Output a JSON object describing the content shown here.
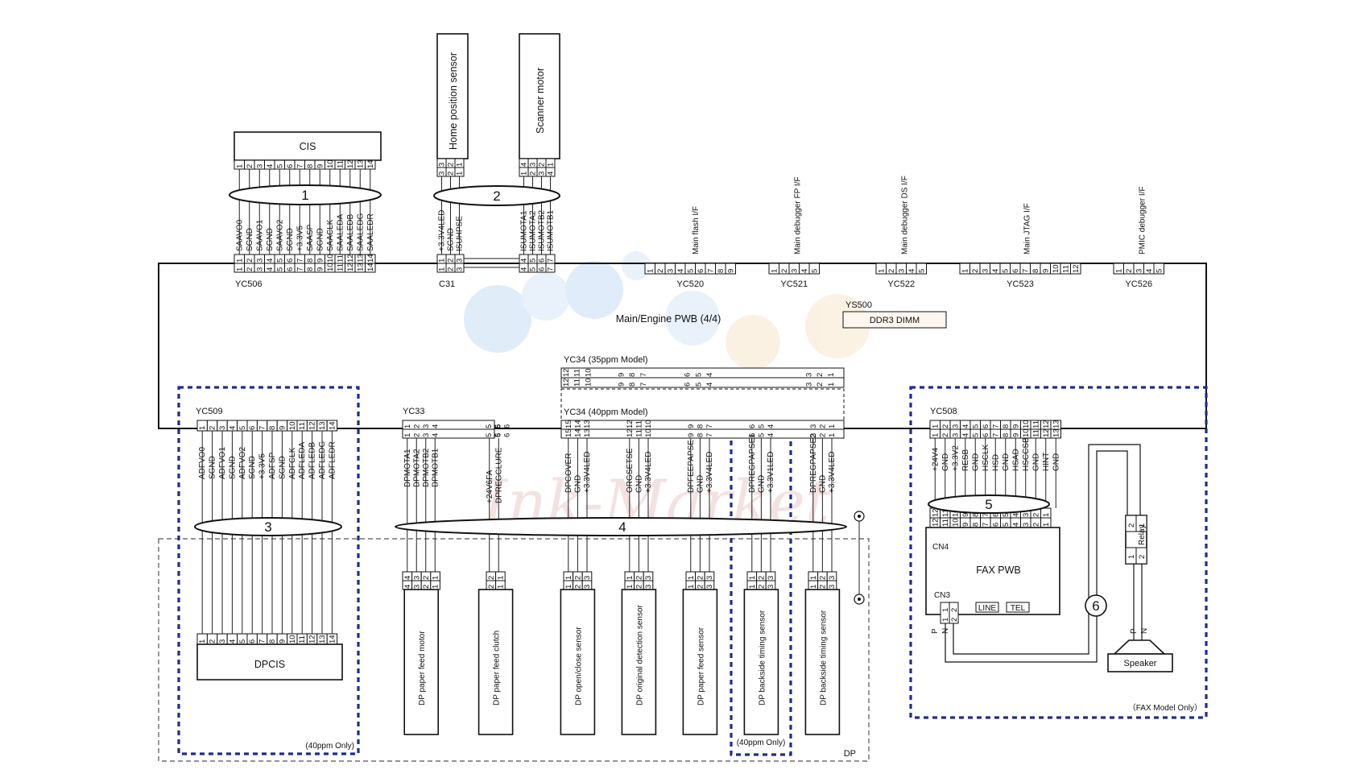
{
  "watermark": "Ink-Market",
  "cis": {
    "title": "CIS",
    "connector": "YC506",
    "bundle": "1",
    "signals": [
      "SAAVO0",
      "SGND",
      "SAAVO1",
      "SGND",
      "SAAVO2",
      "SGND",
      "+3.3V5",
      "SAASP",
      "SGND",
      "SAACLK",
      "SAALEDA",
      "SAALEDB",
      "SAALEDG",
      "SAALEDR"
    ]
  },
  "scanner": {
    "connector": "C31",
    "bundle": "2",
    "home_sensor": {
      "title": "Home position sensor",
      "signals": [
        "+3.3V4LED",
        "SGND",
        "ISUHPSE"
      ]
    },
    "motor": {
      "title": "Scanner motor",
      "signals": [
        "ISUMOTA1",
        "ISUMOTA2",
        "ISUMOTB2",
        "ISUMOTB1"
      ]
    }
  },
  "interfaces": [
    {
      "connector": "YC520",
      "title": "Main flash I/F",
      "pins": 9
    },
    {
      "connector": "YC521",
      "title": "Main debugger FP I/F",
      "pins": 5
    },
    {
      "connector": "YC522",
      "title": "Main debugger DS I/F",
      "pins": 5
    },
    {
      "connector": "YC523",
      "title": "Main JTAG I/F",
      "pins": 12
    },
    {
      "connector": "YC526",
      "title": "PMIC debugger I/F",
      "pins": 5
    }
  ],
  "pwb": {
    "title": "Main/Engine PWB (4/4)",
    "ys500": "YS500",
    "dimm": "DDR3 DIMM"
  },
  "yc34_35": {
    "label": "YC34 (35ppm Model)",
    "top_pins": [
      "12",
      "11",
      "10",
      "9",
      "8",
      "7",
      "6",
      "5",
      "4",
      "3",
      "2",
      "1"
    ],
    "bottom_pins": [
      "12",
      "11",
      "10",
      "9",
      "8",
      "7",
      "6",
      "5",
      "4",
      "3",
      "2",
      "1"
    ]
  },
  "yc34_40": {
    "label": "YC34 (40ppm Model)",
    "top_pins": [
      "15",
      "14",
      "13",
      "12",
      "11",
      "10",
      "9",
      "8",
      "7",
      "6",
      "5",
      "4",
      "3",
      "2",
      "1"
    ],
    "bottom_pins": [
      "15",
      "14",
      "13",
      "12",
      "11",
      "10",
      "9",
      "8",
      "7",
      "6",
      "5",
      "4",
      "3",
      "2",
      "1"
    ]
  },
  "dpcis": {
    "connector": "YC509",
    "title": "DPCIS",
    "bundle": "3",
    "note": "(40ppm Only)",
    "signals": [
      "ADFVO0",
      "SGND",
      "ADFVO1",
      "SGND",
      "ADFVO2",
      "SGND",
      "+3.3V5",
      "ADFSP",
      "SGND",
      "ADFCLK",
      "ADFLEDA",
      "ADFLEDB",
      "ADFLEDG",
      "ADFLEDR"
    ]
  },
  "yc33": {
    "connector": "YC33",
    "motor_signals": [
      "DPMOTA1",
      "DPMOTA2",
      "DPMOTB2",
      "DPMOTB1"
    ],
    "clutch_signals": [
      "+24V6FA",
      "DPREGCLURE"
    ]
  },
  "yc34_signals": [
    "DPCOVER",
    "GND",
    "+3.3V4LED",
    "ORGSETSE",
    "GND",
    "+3.3V4LED",
    "DPFEEPAPSE",
    "GND",
    "+3.3V4LED",
    "DPREGPAPSE1",
    "GND",
    "+3.3V1LED",
    "DPREGPAPSE2",
    "GND",
    "+3.3V4LED"
  ],
  "bundle4": "4",
  "dp_devices": [
    "DP paper feed motor",
    "DP paper feed clutch",
    "DP open/close sensor",
    "DP original detection sensor",
    "DP paper feed sensor",
    "DP backside timing sensor",
    "DP backside timing sensor"
  ],
  "dp_backside_note": "(40ppm  Only)",
  "dp_label": "DP",
  "fax": {
    "connector": "YC508",
    "bundle": "5",
    "title": "FAX PWB",
    "cn4": "CN4",
    "cn3": "CN3",
    "line": "LINE",
    "tel": "TEL",
    "signals": [
      "+24V4",
      "GND",
      "+3.3V2",
      "RESB",
      "GND",
      "HSCLK",
      "HSD",
      "GND",
      "HSAD",
      "HSCCSB",
      "GND",
      "HINT",
      "GND"
    ],
    "relay": "Relay",
    "speaker": "Speaker",
    "bundle6": "6",
    "note": "（FAX Model Only）",
    "p": "P",
    "n": "N"
  }
}
